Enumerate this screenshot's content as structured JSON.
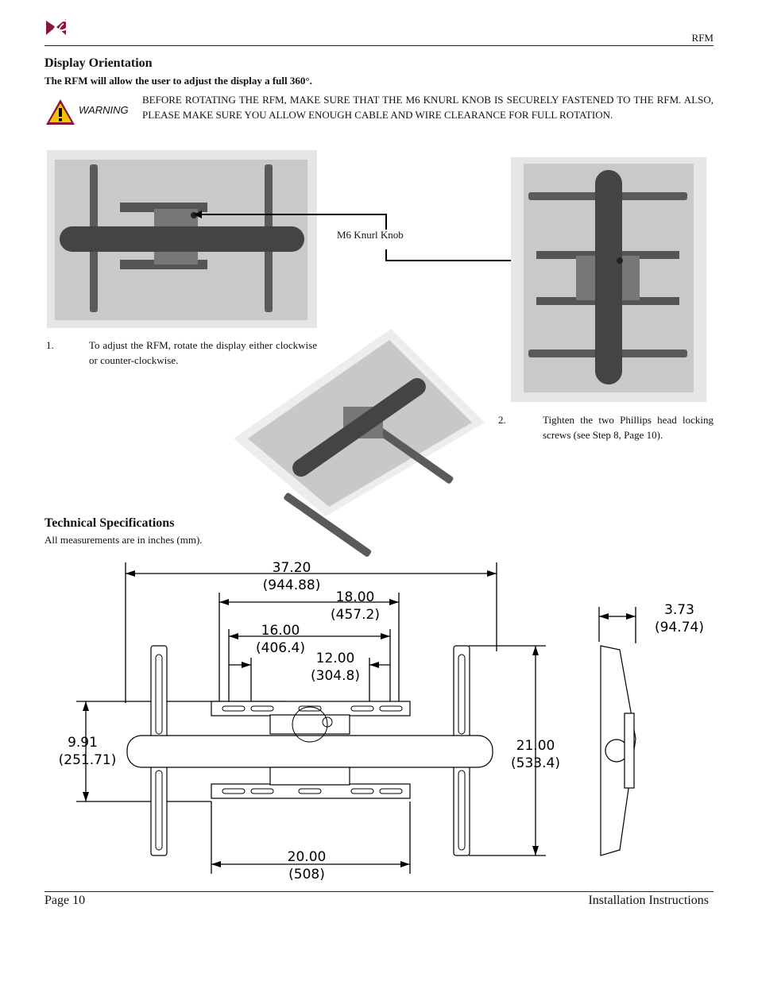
{
  "header": {
    "doc_code": "RFM"
  },
  "section1": {
    "title": "Display Orientation",
    "subtitle": "The RFM will allow the user to adjust the display a full 360°.",
    "warning_label": "WARNING",
    "warning_text": "BEFORE ROTATING THE RFM, MAKE SURE THAT THE M6 KNURL KNOB IS SECURELY FASTENED TO THE RFM. ALSO, PLEASE MAKE SURE YOU ALLOW ENOUGH CABLE AND WIRE CLEARANCE FOR FULL ROTATION.",
    "callout": "M6 Knurl Knob",
    "step1_num": "1.",
    "step1_text": "To adjust the RFM, rotate the display either clockwise or counter-clockwise.",
    "step2_num": "2.",
    "step2_text": "Tighten the two Phillips head locking screws (see Step 8, Page 10)."
  },
  "section2": {
    "title": "Technical Specifications",
    "subtitle": "All measurements are in inches (mm).",
    "dims": {
      "overall_width": "37.20",
      "overall_width_mm": "(944.88)",
      "outer_holes": "18.00",
      "outer_holes_mm": "(457.2)",
      "mid_holes": "16.00",
      "mid_holes_mm": "(406.4)",
      "inner_holes": "12.00",
      "inner_holes_mm": "(304.8)",
      "depth": "3.73",
      "depth_mm": "(94.74)",
      "plate_height": "9.91",
      "plate_height_mm": "(251.71)",
      "arm_height": "21.00",
      "arm_height_mm": "(533.4)",
      "plate_width": "20.00",
      "plate_width_mm": "(508)"
    }
  },
  "footer": {
    "page": "Page 10",
    "doc_title": "Installation Instructions"
  }
}
